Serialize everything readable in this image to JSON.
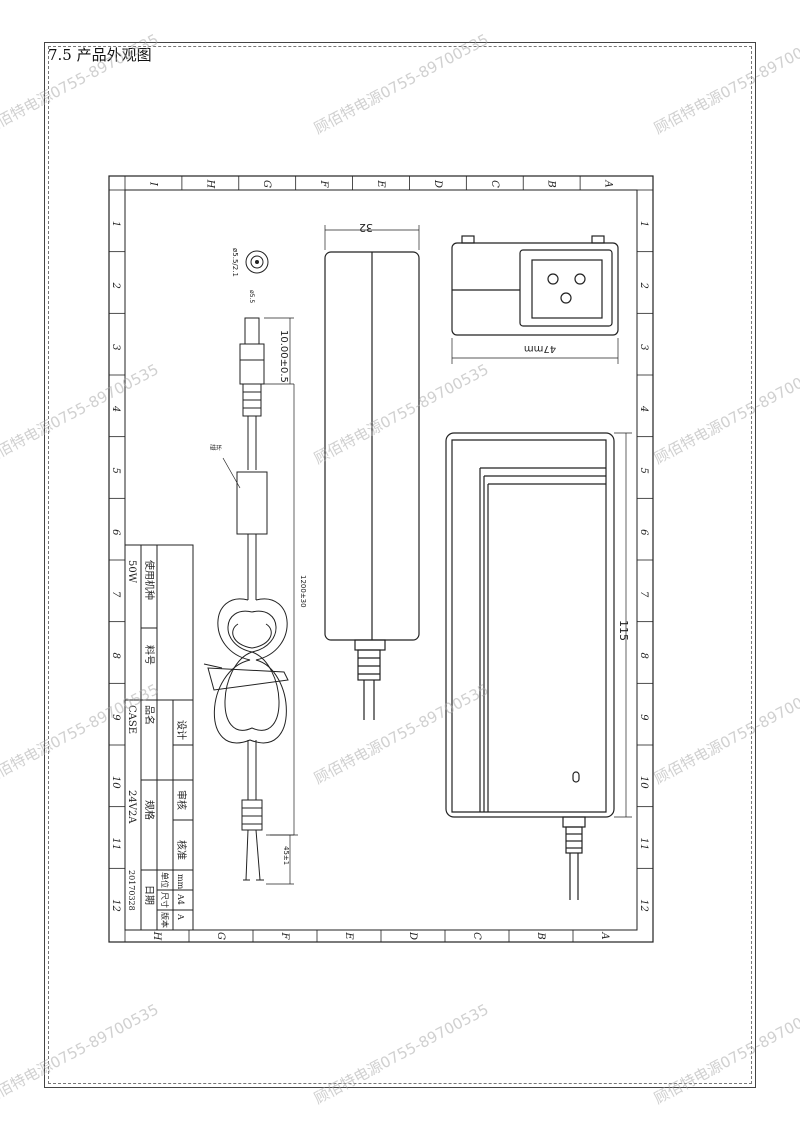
{
  "section_title": "7.5 产品外观图",
  "watermark": "顾佰特电源0755-89700535",
  "frame": {
    "number_ticks": [
      "1",
      "2",
      "3",
      "4",
      "5",
      "6",
      "7",
      "8",
      "9",
      "10",
      "11",
      "12"
    ],
    "letter_ticks_top": [
      "I",
      "H",
      "G",
      "F",
      "E",
      "D",
      "C",
      "B",
      "A"
    ],
    "letter_ticks_bottom": [
      "H",
      "G",
      "F",
      "E",
      "D",
      "C",
      "B",
      "A"
    ]
  },
  "dimensions": {
    "width_top": "32",
    "width_front": "47mm",
    "length": "115",
    "plug": "10.00±0.5",
    "cable": "1200±30",
    "strip": "45±1",
    "dc_spec": "ø5.5/2.1",
    "plug_dim": "ø5.5",
    "ferrite_note": "磁环"
  },
  "title_block": {
    "product_label": "使用机种",
    "product_value": "50W",
    "material_label": "料号",
    "name_label": "品名",
    "name_value": "CASE",
    "spec_label": "规格",
    "spec_value": "24V2A",
    "date_label": "日期",
    "date_value": "20170328",
    "design_label": "设计",
    "review_label": "审核",
    "approve_label": "核准",
    "unit_label": "单位",
    "unit_value": "mm",
    "size_label": "尺寸",
    "size_value": "A4",
    "version_label": "版本",
    "version_value": "A"
  }
}
